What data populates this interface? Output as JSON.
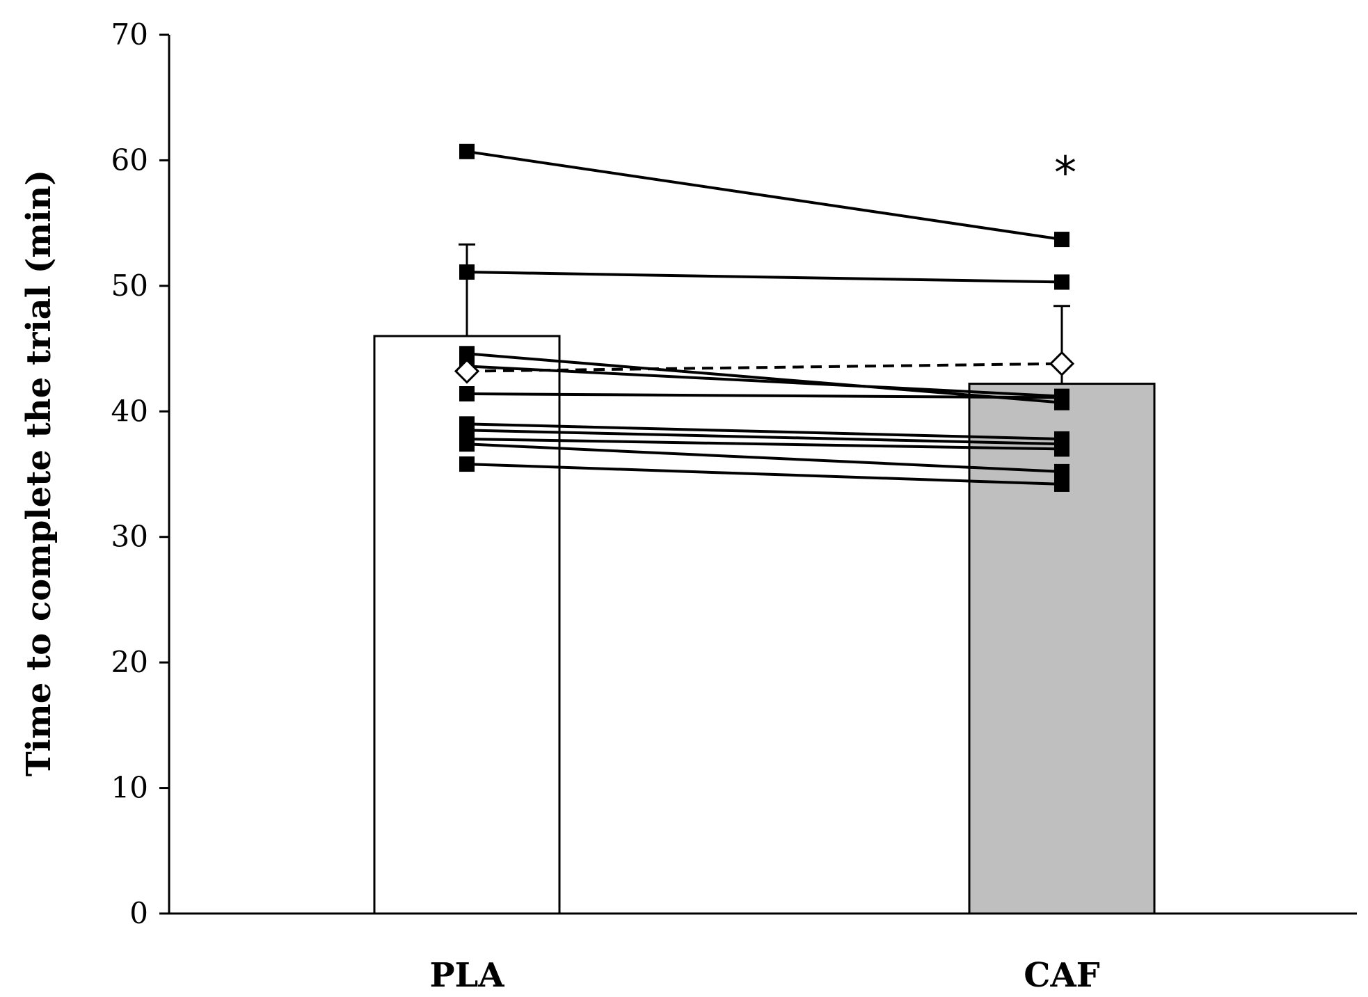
{
  "chart_data": {
    "type": "bar",
    "title": "",
    "xlabel": "",
    "ylabel": "Time to complete the trial (min)",
    "ylim": [
      0,
      70
    ],
    "yticks": [
      0,
      10,
      20,
      30,
      40,
      50,
      60,
      70
    ],
    "grid": false,
    "categories": [
      "PLA",
      "CAF"
    ],
    "bars": {
      "values": [
        46.0,
        42.2
      ],
      "fill_colors": [
        "#ffffff",
        "#bfbfbf"
      ],
      "error_upper": [
        53.3,
        48.4
      ]
    },
    "individual_series": [
      {
        "values": [
          60.7,
          53.7
        ]
      },
      {
        "values": [
          51.1,
          50.3
        ]
      },
      {
        "values": [
          44.6,
          40.7
        ]
      },
      {
        "values": [
          43.6,
          41.2
        ]
      },
      {
        "values": [
          41.4,
          41.1
        ]
      },
      {
        "values": [
          39.0,
          37.8
        ]
      },
      {
        "values": [
          38.5,
          37.4
        ]
      },
      {
        "values": [
          37.8,
          37.0
        ]
      },
      {
        "values": [
          37.4,
          35.2
        ]
      },
      {
        "values": [
          35.8,
          34.2
        ]
      }
    ],
    "mean_series": {
      "values": [
        43.2,
        43.8
      ],
      "marker": "open-diamond",
      "line_style": "dashed"
    },
    "annotations": [
      {
        "text": "*",
        "category": "CAF",
        "y": 60
      }
    ]
  }
}
